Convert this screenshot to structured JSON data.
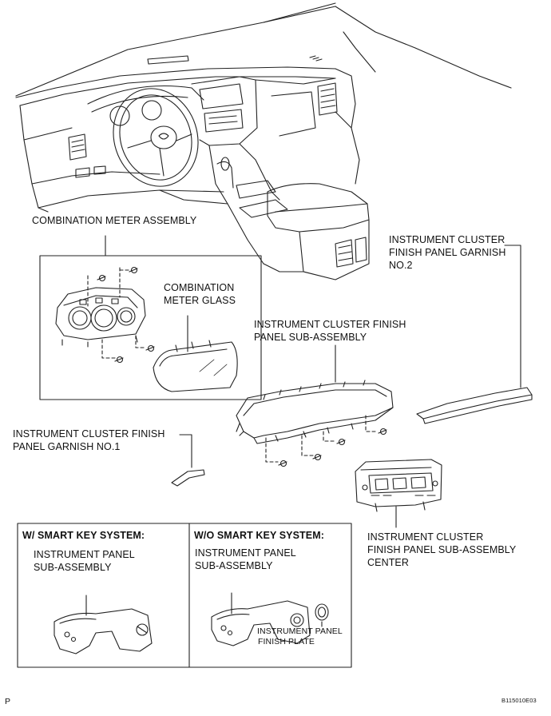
{
  "labels": {
    "combination_meter_assembly": "COMBINATION METER ASSEMBLY",
    "combination_meter_glass": [
      "COMBINATION",
      "METER GLASS"
    ],
    "cluster_finish_panel_sub_assembly": [
      "INSTRUMENT CLUSTER FINISH",
      "PANEL SUB-ASSEMBLY"
    ],
    "cluster_finish_panel_garnish_no2": [
      "INSTRUMENT CLUSTER",
      "FINISH PANEL GARNISH",
      "NO.2"
    ],
    "cluster_finish_panel_garnish_no1": [
      "INSTRUMENT CLUSTER FINISH",
      "PANEL GARNISH NO.1"
    ],
    "cluster_finish_panel_sub_assembly_center": [
      "INSTRUMENT CLUSTER",
      "FINISH PANEL SUB-ASSEMBLY",
      "CENTER"
    ]
  },
  "panels": {
    "with_smart_key": {
      "header": "W/ SMART KEY SYSTEM:",
      "part": [
        "INSTRUMENT PANEL",
        "SUB-ASSEMBLY"
      ]
    },
    "without_smart_key": {
      "header": "W/O SMART KEY SYSTEM:",
      "part": [
        "INSTRUMENT PANEL",
        "SUB-ASSEMBLY"
      ],
      "finish_plate": [
        "INSTRUMENT PANEL",
        "FINISH PLATE"
      ]
    }
  },
  "footer": {
    "page_letter": "P",
    "figure_code": "B115010E03"
  }
}
